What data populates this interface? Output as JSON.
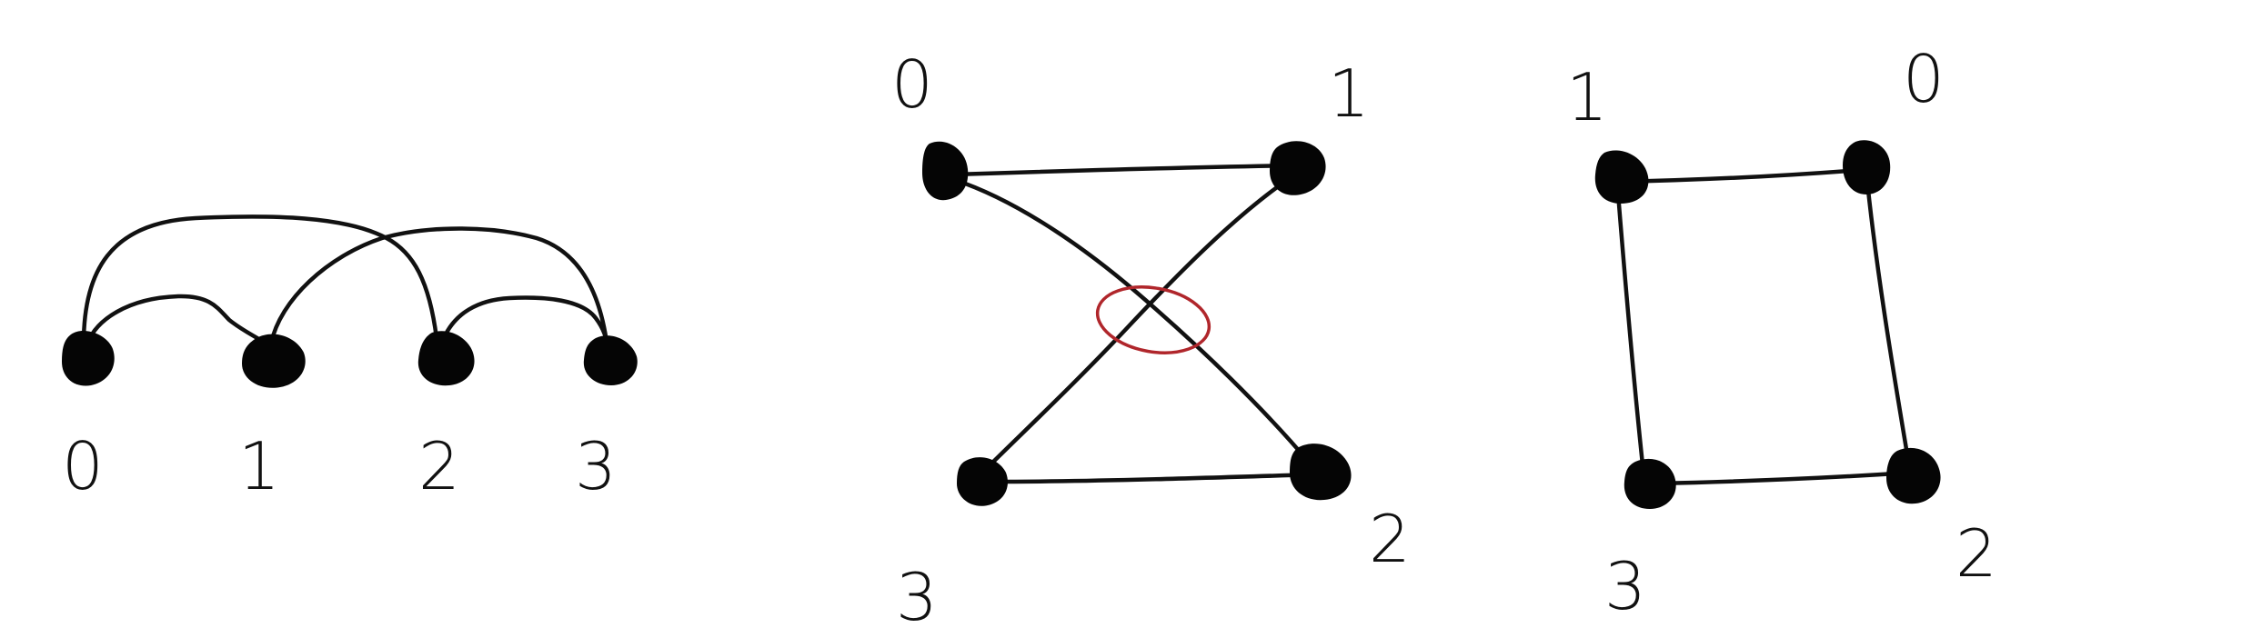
{
  "diagrams": [
    {
      "id": "arc-diagram",
      "nodes": [
        {
          "label": "0"
        },
        {
          "label": "1"
        },
        {
          "label": "2"
        },
        {
          "label": "3"
        }
      ]
    },
    {
      "id": "crossed-drawing",
      "nodes": [
        {
          "label": "0"
        },
        {
          "label": "1"
        },
        {
          "label": "2"
        },
        {
          "label": "3"
        }
      ],
      "highlighted_crossing": true,
      "highlight_color": "#b0262b"
    },
    {
      "id": "planar-drawing",
      "nodes": [
        {
          "label": "1"
        },
        {
          "label": "0"
        },
        {
          "label": "2"
        },
        {
          "label": "3"
        }
      ]
    }
  ],
  "edges": [
    [
      "0",
      "2"
    ],
    [
      "0",
      "1"
    ],
    [
      "1",
      "3"
    ],
    [
      "2",
      "3"
    ]
  ]
}
